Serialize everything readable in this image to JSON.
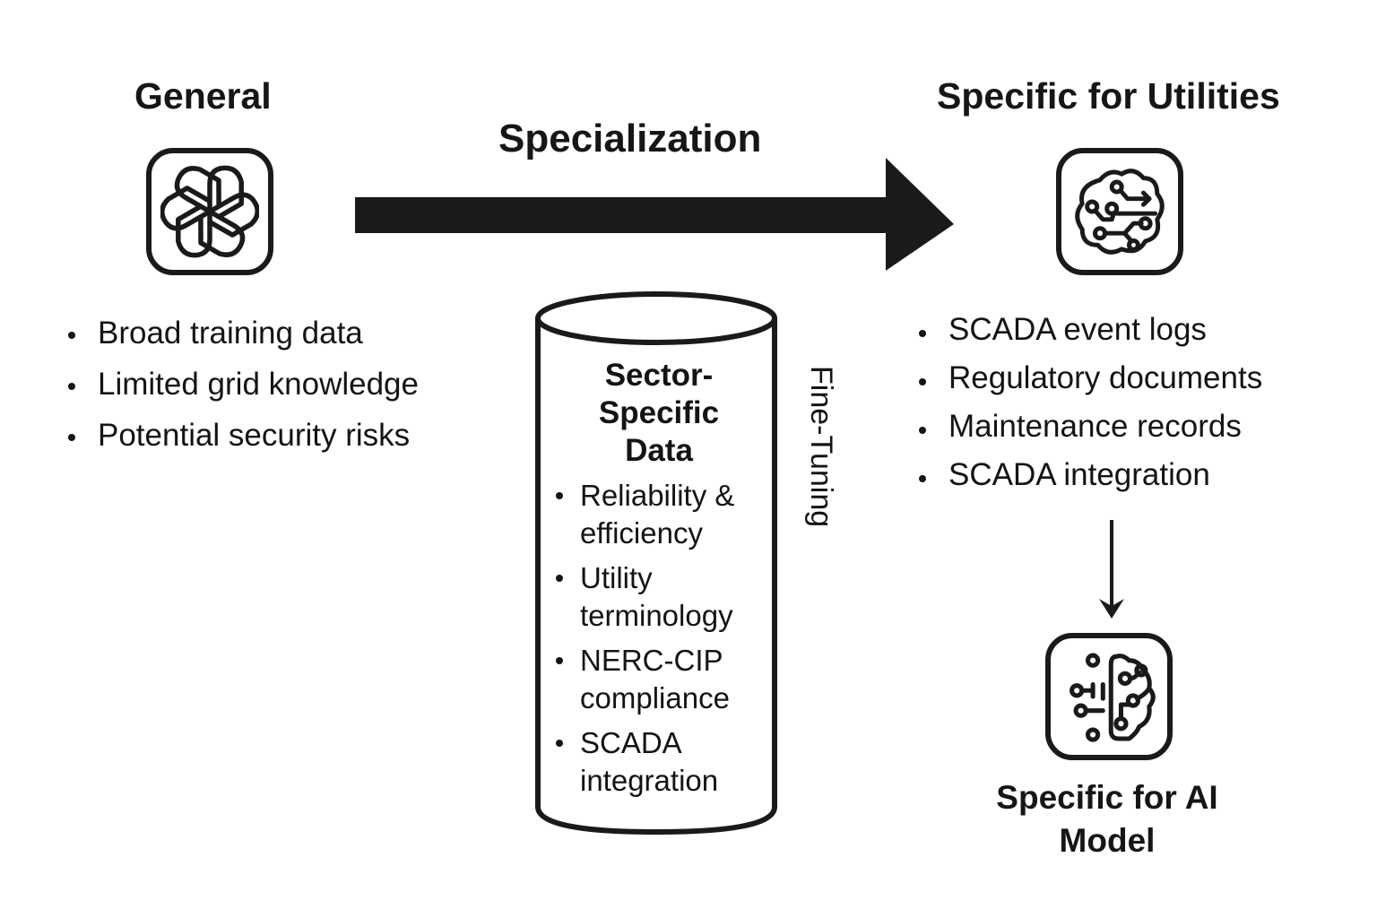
{
  "general": {
    "title": "General",
    "icon": "openai-knot-icon",
    "bullets": [
      "Broad training data",
      "Limited grid knowledge",
      "Potential security risks"
    ]
  },
  "arrow": {
    "label": "Specialization"
  },
  "database": {
    "icon": "database-cylinder-icon",
    "title_lines": [
      "Sector-",
      "Specific",
      "Data"
    ],
    "bullets": [
      [
        "Reliability &",
        "efficiency"
      ],
      [
        "Utility",
        "terminology"
      ],
      [
        "NERC-CIP",
        "compliance"
      ],
      [
        "SCADA",
        "integration"
      ]
    ],
    "side_label": "Fine-Tuning"
  },
  "utilities": {
    "title": "Specific for Utilities",
    "icon": "circuit-brain-cloud-icon",
    "bullets": [
      "SCADA event logs",
      "Regulatory documents",
      "Maintenance records",
      "SCADA integration"
    ]
  },
  "ai_model": {
    "icon": "circuit-brain-icon",
    "title_lines": [
      "Specific for AI",
      "Model"
    ]
  },
  "colors": {
    "ink": "#1a1a1a",
    "background": "#ffffff"
  }
}
